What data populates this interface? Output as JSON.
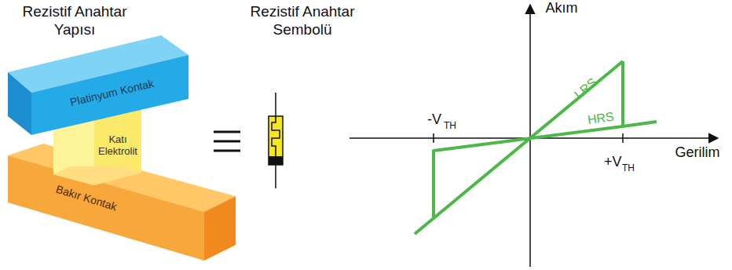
{
  "diagram": {
    "nodes": [
      {
        "text": [
          "Platinyum Kontak"
        ]
      },
      {
        "text": [
          "Katı Elektrolit"
        ]
      },
      {
        "text": [
          "Bakır Kontak"
        ]
      }
    ],
    "labels": [
      "Rezistif Anahtar Yapısı",
      "Rezistif Anahtar Sembolü",
      "Akım",
      "Gerilim",
      "LRS",
      "HRS",
      "-V",
      "TH",
      "+V",
      "TH"
    ]
  }
}
